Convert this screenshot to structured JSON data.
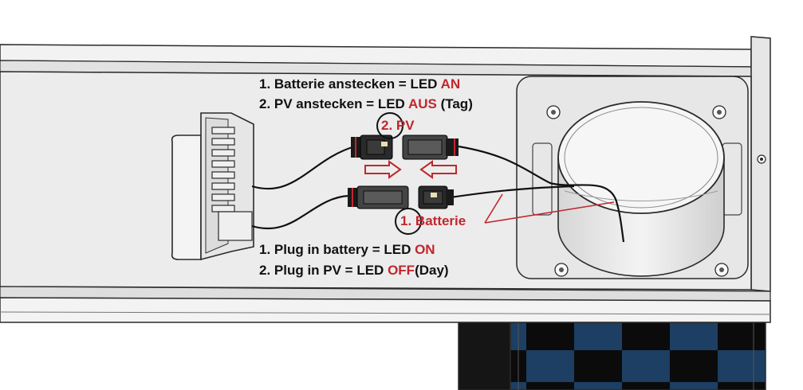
{
  "instructions_de": {
    "line1": {
      "prefix": "1. Batterie anstecken = LED ",
      "state": "AN",
      "suffix": ""
    },
    "line2": {
      "prefix": "2. PV anstecken = LED ",
      "state": "AUS",
      "suffix": " (Tag)"
    }
  },
  "instructions_en": {
    "line1": {
      "prefix": "1. Plug in battery = LED ",
      "state": "ON",
      "suffix": ""
    },
    "line2": {
      "prefix": "2. Plug in PV = LED ",
      "state": "OFF",
      "suffix": "(Day)"
    }
  },
  "callouts": {
    "pv": {
      "number": "2.",
      "text": "PV"
    },
    "battery": {
      "number": "1.",
      "text": "Batterie"
    }
  },
  "colors": {
    "highlight": "#c1272d",
    "panel": "#ececec",
    "outline": "#2a2a2a",
    "checker_blue": "#1c3f63"
  }
}
